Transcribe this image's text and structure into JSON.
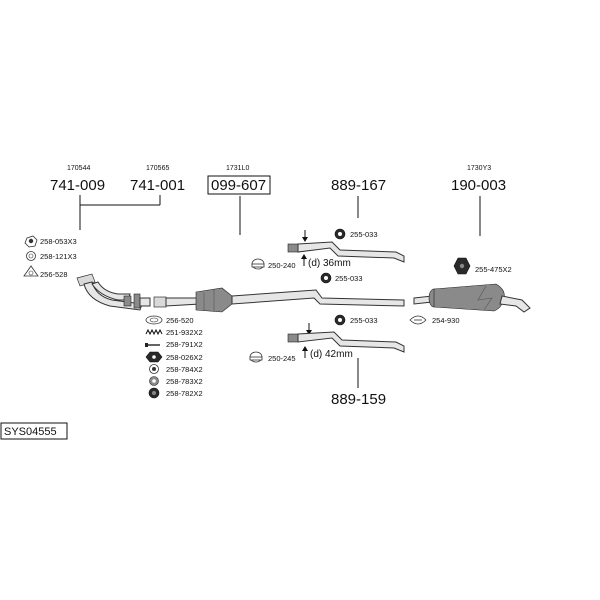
{
  "system_code": "SYS04555",
  "groups": [
    {
      "ref": "170544",
      "part": "741-009"
    },
    {
      "ref": "170565",
      "part": "741-001"
    },
    {
      "ref": "1731L0",
      "part": "099-607"
    },
    {
      "part": "889-167"
    },
    {
      "ref": "1730Y3",
      "part": "190-003"
    }
  ],
  "bottom_part": "889-159",
  "left_accessories": [
    "258-053X3",
    "258-121X3",
    "256-528"
  ],
  "small_parts": [
    "256-520",
    "251-932X2",
    "258-791X2",
    "258-026X2",
    "258-784X2",
    "258-783X2",
    "258-782X2"
  ],
  "upper_pipe": {
    "clamp": "250-240",
    "dimension": "(d) 36mm",
    "gasket_top": "255-033",
    "gasket_bottom": "255-033"
  },
  "lower_pipe": {
    "clamp": "250-245",
    "dimension": "(d) 42mm",
    "gasket": "255-033"
  },
  "muffler": {
    "hanger": "255-475X2",
    "clamp": "254-930"
  }
}
